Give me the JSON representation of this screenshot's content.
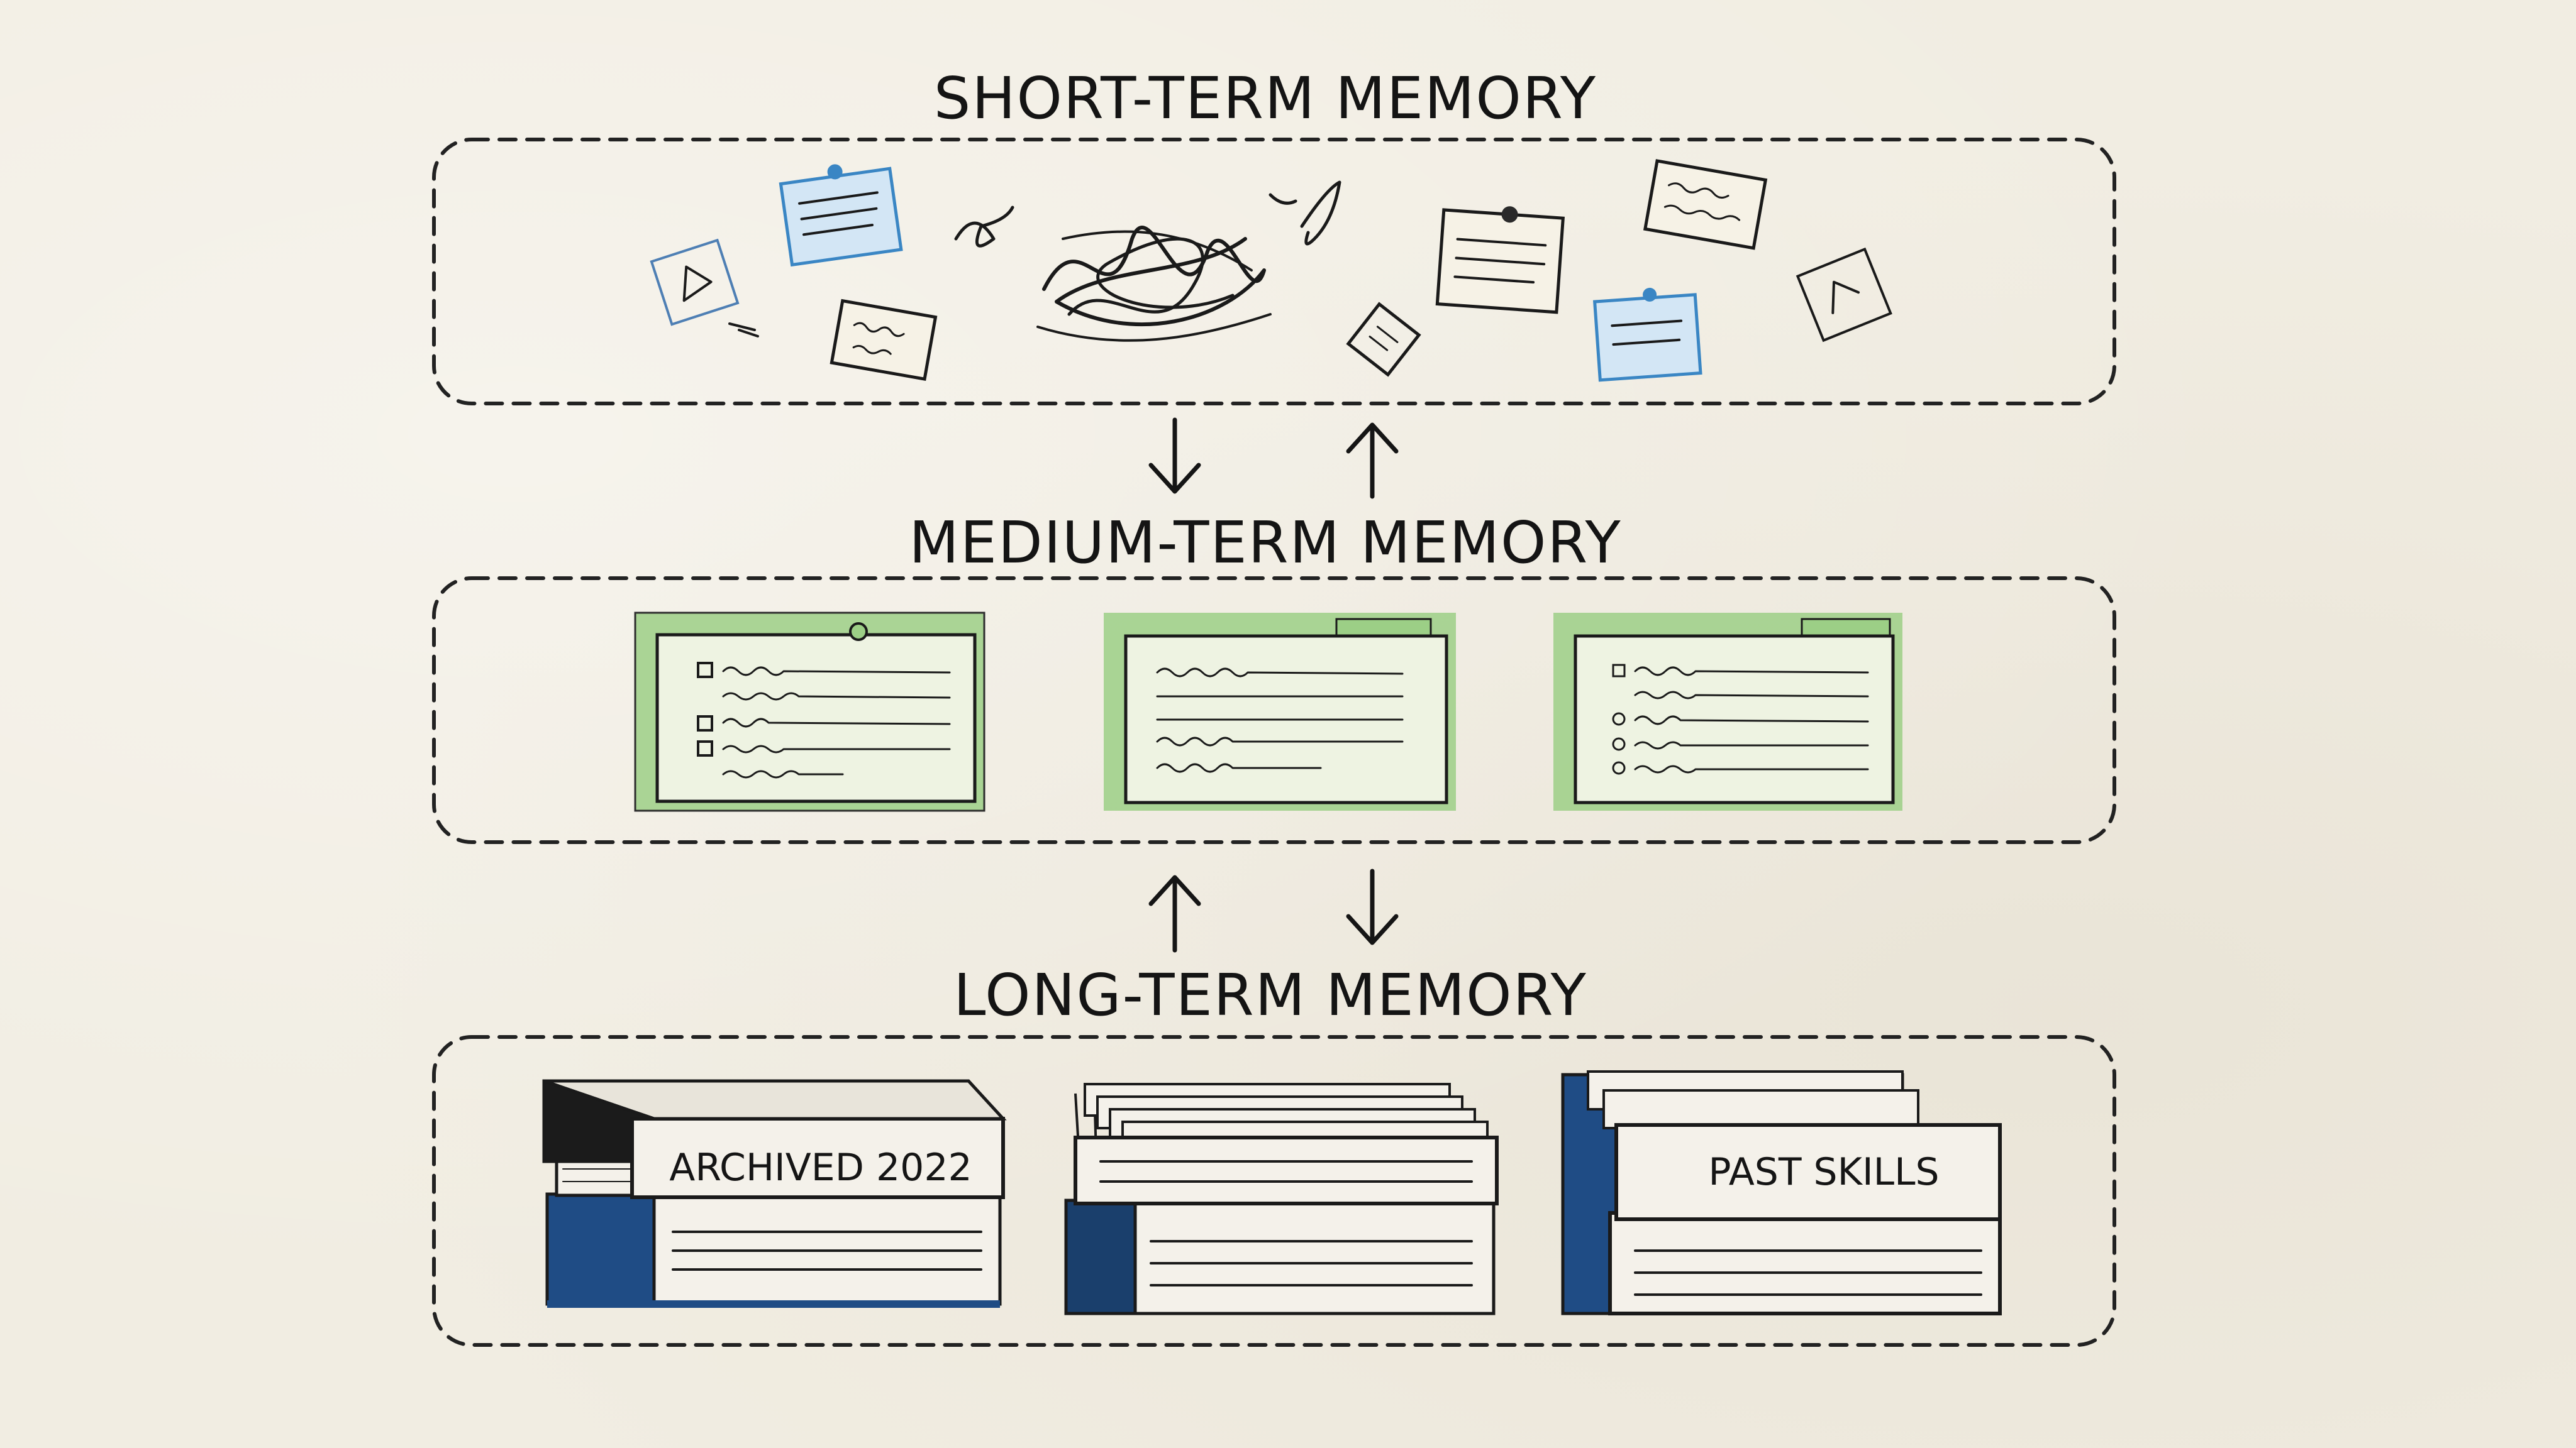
{
  "tiers": {
    "short_term": {
      "title": "SHORT-TERM MEMORY"
    },
    "medium_term": {
      "title": "MEDIUM-TERM MEMORY"
    },
    "long_term": {
      "title": "LONG-TERM MEMORY"
    }
  },
  "books": {
    "archived": "ARCHIVED 2022",
    "skills": "PAST SKILLS"
  },
  "colors": {
    "paper": "#f1ede2",
    "ink": "#1a1a1a",
    "note_blue": "#d3e6f5",
    "note_blue_edge": "#3a86c4",
    "folder_green": "#9ccf86",
    "folder_paper": "#eef3e2",
    "book_blue": "#1f4c85",
    "book_black": "#1b1b1b"
  }
}
